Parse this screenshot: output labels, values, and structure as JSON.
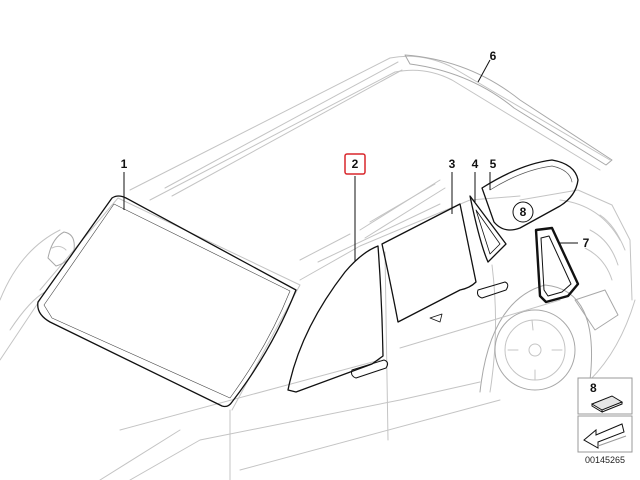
{
  "callouts": [
    {
      "id": "1",
      "label": "1"
    },
    {
      "id": "2",
      "label": "2",
      "highlighted": true
    },
    {
      "id": "3",
      "label": "3"
    },
    {
      "id": "4",
      "label": "4"
    },
    {
      "id": "5",
      "label": "5"
    },
    {
      "id": "6",
      "label": "6"
    },
    {
      "id": "7",
      "label": "7"
    },
    {
      "id": "8",
      "label": "8"
    }
  ],
  "legend": {
    "label": "8"
  },
  "reference_code": "00145265",
  "colors": {
    "highlight": "#d8262b",
    "linework": "#111111",
    "body_outline": "#c4c4c4"
  }
}
